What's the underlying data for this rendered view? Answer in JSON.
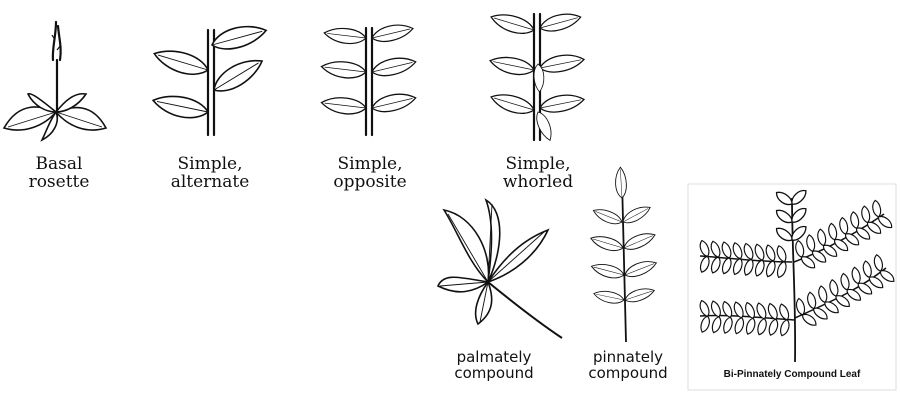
{
  "diagram": {
    "panels": [
      {
        "id": "basal-rosette",
        "label": "Basal\nrosette"
      },
      {
        "id": "simple-alternate",
        "label": "Simple,\nalternate"
      },
      {
        "id": "simple-opposite",
        "label": "Simple,\nopposite"
      },
      {
        "id": "simple-whorled",
        "label": "Simple,\nwhorled"
      },
      {
        "id": "palmately-compound",
        "label": "palmately\ncompound"
      },
      {
        "id": "pinnately-compound",
        "label": "pinnately\ncompound"
      },
      {
        "id": "bi-pinnately-compound",
        "label": "Bi-Pinnately Compound Leaf"
      }
    ],
    "colors": {
      "ink": "#111111",
      "paper": "#ffffff"
    }
  }
}
